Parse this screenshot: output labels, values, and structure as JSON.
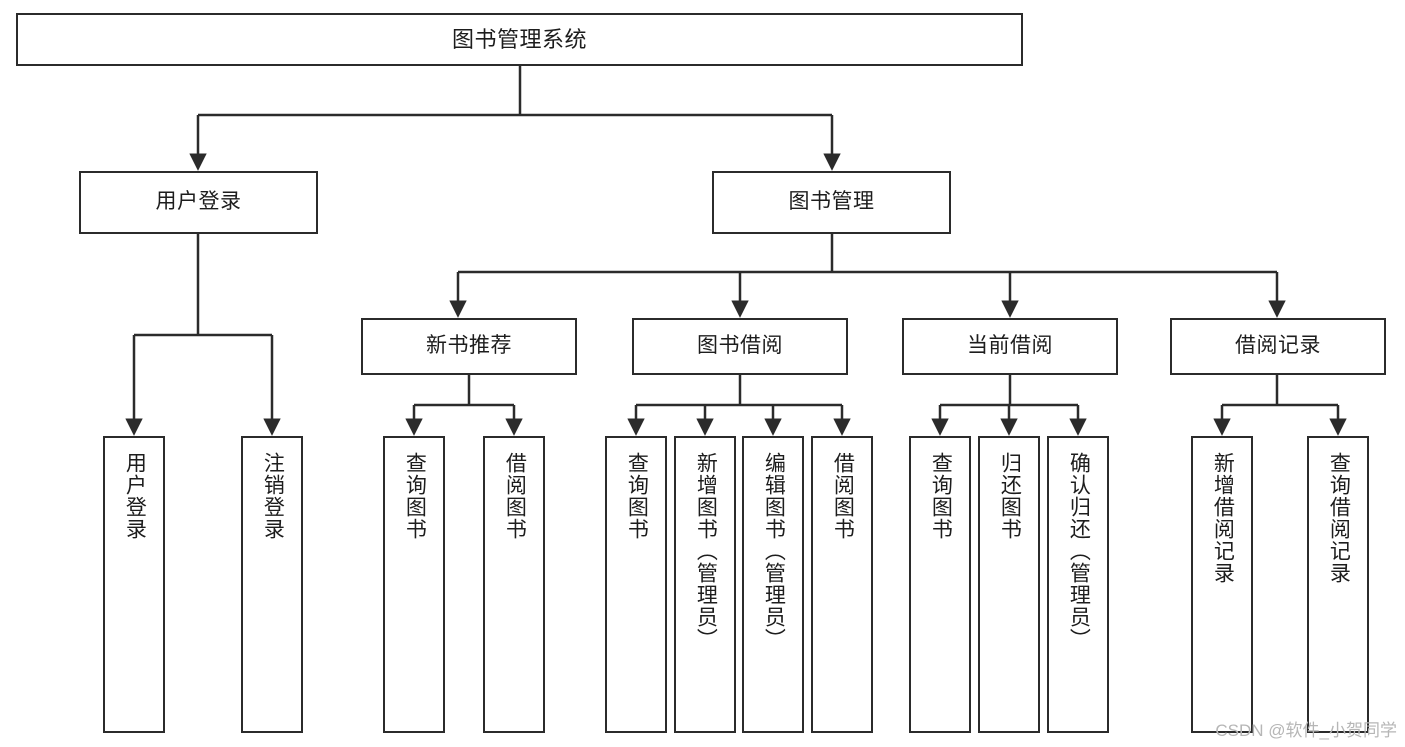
{
  "diagram": {
    "title": "图书管理系统",
    "type": "hierarchy-tree",
    "background_color": "#ffffff",
    "node_border_color": "#2b2b2b",
    "node_fill_color": "#ffffff",
    "text_color": "#1d1d1d",
    "levels": {
      "root": [
        "图书管理系统"
      ],
      "level2": [
        "用户登录",
        "图书管理"
      ],
      "level3": [
        "新书推荐",
        "图书借阅",
        "当前借阅",
        "借阅记录"
      ],
      "leaves": [
        "用户登录",
        "注销登录",
        "查询图书",
        "借阅图书",
        "查询图书",
        "新增图书（管理员）",
        "编辑图书（管理员）",
        "借阅图书",
        "查询图书",
        "归还图书",
        "确认归还（管理员）",
        "新增借阅记录",
        "查询借阅记录"
      ]
    }
  },
  "nodes": {
    "root": {
      "label": "图书管理系统"
    },
    "user_login": {
      "label": "用户登录"
    },
    "book_manage": {
      "label": "图书管理"
    },
    "new_book_rec": {
      "label": "新书推荐"
    },
    "book_borrow": {
      "label": "图书借阅"
    },
    "current_borrow": {
      "label": "当前借阅"
    },
    "borrow_record": {
      "label": "借阅记录"
    },
    "leaf_user_login": {
      "label": "用户登录"
    },
    "leaf_logout": {
      "label": "注销登录"
    },
    "leaf_query_book_1": {
      "label": "查询图书"
    },
    "leaf_borrow_book_1": {
      "label": "借阅图书"
    },
    "leaf_query_book_2": {
      "label": "查询图书"
    },
    "leaf_add_book_admin": {
      "label": "新增图书（管理员）"
    },
    "leaf_edit_book_admin": {
      "label": "编辑图书（管理员）"
    },
    "leaf_borrow_book_2": {
      "label": "借阅图书"
    },
    "leaf_query_book_3": {
      "label": "查询图书"
    },
    "leaf_return_book": {
      "label": "归还图书"
    },
    "leaf_confirm_return_admin": {
      "label": "确认归还（管理员）"
    },
    "leaf_add_record": {
      "label": "新增借阅记录"
    },
    "leaf_query_record": {
      "label": "查询借阅记录"
    }
  },
  "watermark": {
    "text": "CSDN @软件_小贺同学",
    "color": "#b6b6b6"
  }
}
